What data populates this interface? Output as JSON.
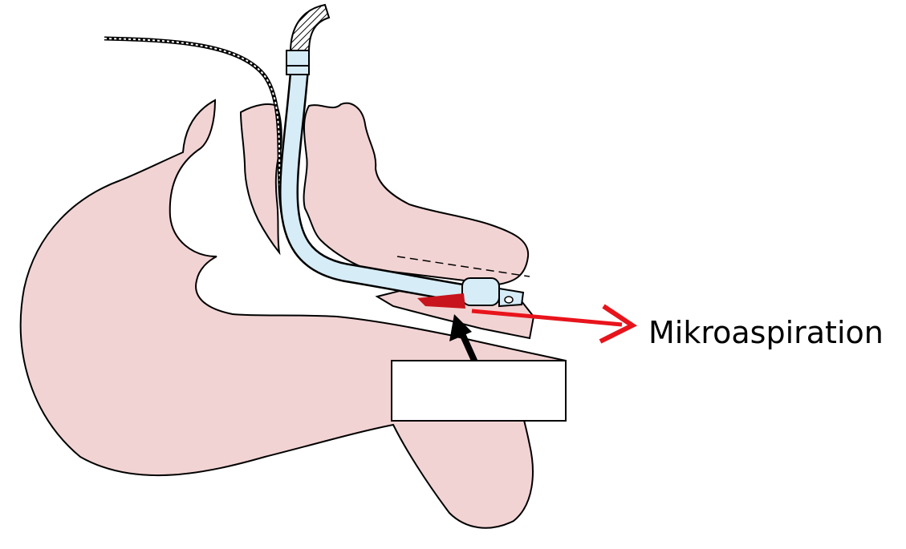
{
  "diagram": {
    "annotation_label": "Mikroaspiration",
    "blank_box_text": "",
    "colors": {
      "tissue": "#f2d3d3",
      "outline": "#000000",
      "tube": "#d6ecf7",
      "arrow_red": "#e8141c",
      "leak": "#c8141c",
      "arrow_black": "#000000",
      "background": "#ffffff"
    },
    "elements": [
      "head-tissue",
      "endotracheal-tube",
      "gastric-tube",
      "tube-cuff",
      "connector",
      "leak-area",
      "pressure-arrow",
      "aspiration-arrow",
      "blank-label-box"
    ]
  }
}
